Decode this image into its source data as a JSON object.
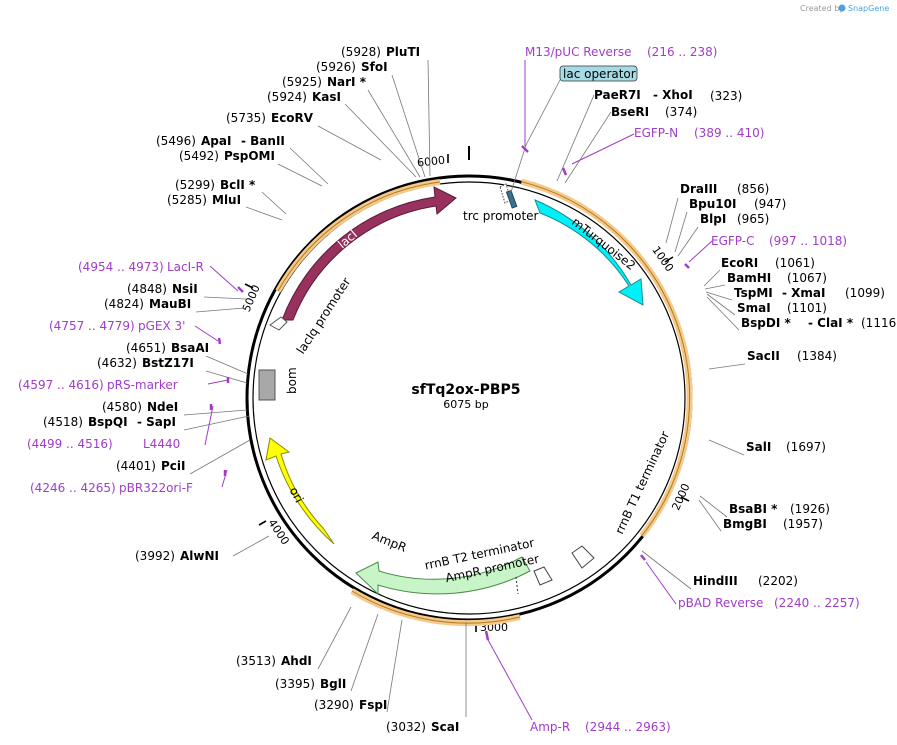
{
  "watermark": {
    "prefix": "Created by",
    "brand": "SnapGene"
  },
  "plasmid": {
    "name": "sfTq2ox-PBP5",
    "length_label": "6075 bp"
  },
  "ticks": [
    "1000",
    "2000",
    "3000",
    "4000",
    "5000",
    "6000"
  ],
  "features": [
    {
      "label": "mTurquoise2",
      "type": "cds",
      "color": "#00f0f8"
    },
    {
      "label": "lacI",
      "type": "cds",
      "color": "#99315e"
    },
    {
      "label": "AmpR",
      "type": "cds",
      "color": "#c8f5c8"
    },
    {
      "label": "ori",
      "type": "rep_origin",
      "color": "#ffff00"
    },
    {
      "label": "bom",
      "type": "misc",
      "color": "#a8a8a8"
    },
    {
      "label": "lacIq promoter",
      "type": "promoter"
    },
    {
      "label": "trc promoter",
      "type": "promoter"
    },
    {
      "label": "rrnB T1 terminator",
      "type": "terminator"
    },
    {
      "label": "rrnB T2 terminator",
      "type": "terminator"
    },
    {
      "label": "AmpR promoter",
      "type": "promoter"
    },
    {
      "label": "lac operator",
      "type": "protein_bind",
      "color": "#a6dbe6"
    }
  ],
  "enzymes": [
    {
      "name": "PluTI",
      "pos": "(5928)"
    },
    {
      "name": "SfoI",
      "pos": "(5926)"
    },
    {
      "name": "NarI *",
      "pos": "(5925)"
    },
    {
      "name": "KasI",
      "pos": "(5924)"
    },
    {
      "name": "EcoRV",
      "pos": "(5735)"
    },
    {
      "name": "ApaI",
      "pos": "(5496)",
      "extra": "- BanII"
    },
    {
      "name": "PspOMI",
      "pos": "(5492)"
    },
    {
      "name": "BclI *",
      "pos": "(5299)"
    },
    {
      "name": "MluI",
      "pos": "(5285)"
    },
    {
      "name": "NsiI",
      "pos": "(4848)"
    },
    {
      "name": "MauBI",
      "pos": "(4824)"
    },
    {
      "name": "BsaAI",
      "pos": "(4651)"
    },
    {
      "name": "BstZ17I",
      "pos": "(4632)"
    },
    {
      "name": "NdeI",
      "pos": "(4580)"
    },
    {
      "name": "BspQI",
      "pos": "(4518)",
      "extra": "- SapI"
    },
    {
      "name": "PciI",
      "pos": "(4401)"
    },
    {
      "name": "AlwNI",
      "pos": "(3992)"
    },
    {
      "name": "AhdI",
      "pos": "(3513)"
    },
    {
      "name": "BglI",
      "pos": "(3395)"
    },
    {
      "name": "FspI",
      "pos": "(3290)"
    },
    {
      "name": "ScaI",
      "pos": "(3032)"
    },
    {
      "name": "PaeR7I",
      "pos": "(323)",
      "extra": "- XhoI"
    },
    {
      "name": "BseRI",
      "pos": "(374)"
    },
    {
      "name": "DraIII",
      "pos": "(856)"
    },
    {
      "name": "Bpu10I",
      "pos": "(947)"
    },
    {
      "name": "BlpI",
      "pos": "(965)"
    },
    {
      "name": "EcoRI",
      "pos": "(1061)"
    },
    {
      "name": "BamHI",
      "pos": "(1067)"
    },
    {
      "name": "TspMI",
      "pos": "(1099)",
      "extra": "- XmaI"
    },
    {
      "name": "SmaI",
      "pos": "(1101)"
    },
    {
      "name": "BspDI *",
      "pos": "(1116)",
      "extra": "- ClaI *"
    },
    {
      "name": "SacII",
      "pos": "(1384)"
    },
    {
      "name": "SalI",
      "pos": "(1697)"
    },
    {
      "name": "BsaBI *",
      "pos": "(1926)"
    },
    {
      "name": "BmgBI",
      "pos": "(1957)"
    },
    {
      "name": "HindIII",
      "pos": "(2202)"
    }
  ],
  "primers": [
    {
      "name": "M13/pUC Reverse",
      "range": "(216 .. 238)"
    },
    {
      "name": "EGFP-N",
      "range": "(389 .. 410)"
    },
    {
      "name": "EGFP-C",
      "range": "(997 .. 1018)"
    },
    {
      "name": "pBAD Reverse",
      "range": "(2240 .. 2257)"
    },
    {
      "name": "Amp-R",
      "range": "(2944 .. 2963)"
    },
    {
      "name": "pBR322ori-F",
      "range": "(4246 .. 4265)"
    },
    {
      "name": "L4440",
      "range": "(4499 .. 4516)"
    },
    {
      "name": "pRS-marker",
      "range": "(4597 .. 4616)"
    },
    {
      "name": "pGEX 3'",
      "range": "(4757 .. 4779)"
    },
    {
      "name": "LacI-R",
      "range": "(4954 .. 4973)"
    }
  ],
  "colors": {
    "backbone": "#000000",
    "primer": "#a03cc8",
    "halo": "#f5c98a",
    "halo_line": "#b47a1e",
    "enzyme_line": "#777777"
  }
}
